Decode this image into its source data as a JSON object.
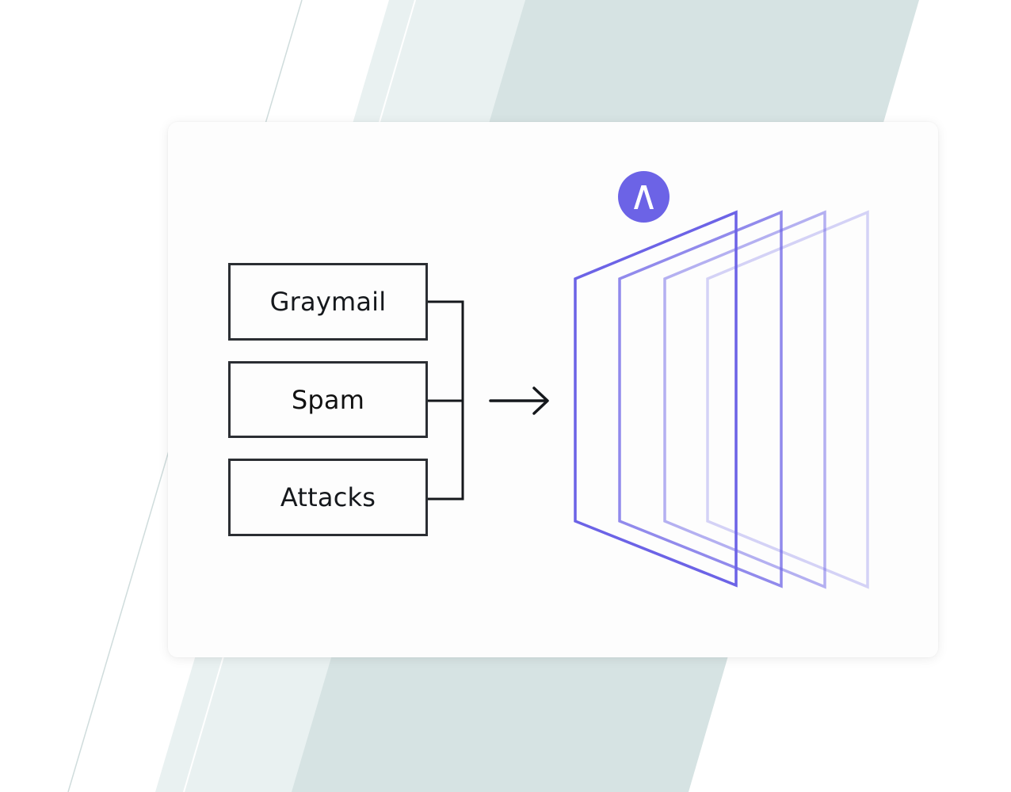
{
  "categories": [
    {
      "label": "Graymail"
    },
    {
      "label": "Spam"
    },
    {
      "label": "Attacks"
    }
  ],
  "icons": {
    "flow_arrow": "right-arrow-icon",
    "brand_logo": "caret-logo-icon"
  },
  "colors": {
    "background_band_light": "#e9f1f1",
    "background_band_dark": "#d6e3e3",
    "box_border": "#2b2e33",
    "connector": "#15181c",
    "layer_accent": "#6c63e6",
    "logo_badge": "#6c63e6"
  },
  "layers": {
    "count": 4,
    "opacities": [
      1.0,
      0.75,
      0.5,
      0.28
    ]
  }
}
